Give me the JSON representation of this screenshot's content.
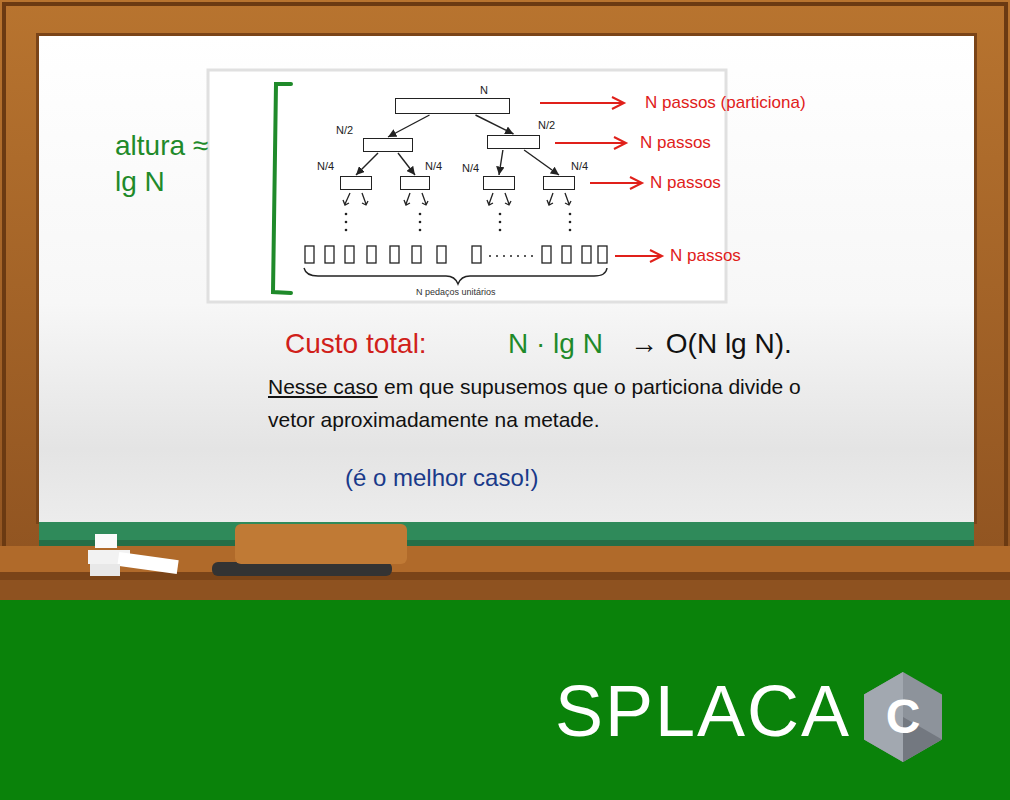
{
  "diagram": {
    "nodes": [
      {
        "text": [
          "N"
        ]
      },
      {
        "text": [
          "N/2"
        ]
      },
      {
        "text": [
          "N/2"
        ]
      },
      {
        "text": [
          "N/4"
        ]
      },
      {
        "text": [
          "N/4"
        ]
      },
      {
        "text": [
          "N/4"
        ]
      },
      {
        "text": [
          "N/4"
        ]
      }
    ],
    "edges": [
      {
        "from": 0,
        "to": 1,
        "arrow": "to"
      },
      {
        "from": 0,
        "to": 2,
        "arrow": "to"
      },
      {
        "from": 1,
        "to": 3,
        "arrow": "to"
      },
      {
        "from": 1,
        "to": 4,
        "arrow": "to"
      },
      {
        "from": 2,
        "to": 5,
        "arrow": "to"
      },
      {
        "from": 2,
        "to": 6,
        "arrow": "to"
      }
    ],
    "labels": [
      "altura ≈ lg N",
      "N passos (particiona)",
      "N passos",
      "N passos",
      "N passos",
      "N pedaços unitários",
      "Custo total:",
      "N · lg N",
      "→ O(N lg N).",
      "Nesse caso",
      "em que supusemos que o particiona divide o vetor aproximadamente na metade.",
      "(é o melhor caso!)",
      "SPLACA",
      "C"
    ]
  }
}
